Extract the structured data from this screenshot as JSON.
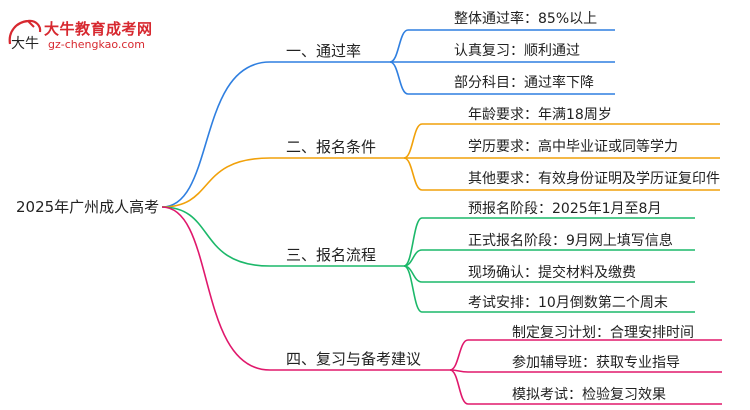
{
  "logo": {
    "mark_text": "大牛",
    "title": "大牛教育成考网",
    "url": "gz-chengkao.com"
  },
  "mindmap": {
    "root": "2025年广州成人高考",
    "branches": [
      {
        "label": "一、通过率",
        "color": "#2f7fe0",
        "items": [
          "整体通过率：85%以上",
          "认真复习：顺利通过",
          "部分科目：通过率下降"
        ]
      },
      {
        "label": "二、报名条件",
        "color": "#f1a10a",
        "items": [
          "年龄要求：年满18周岁",
          "学历要求：高中毕业证或同等学力",
          "其他要求：有效身份证明及学历证复印件"
        ]
      },
      {
        "label": "三、报名流程",
        "color": "#1cb86a",
        "items": [
          "预报名阶段：2025年1月至8月",
          "正式报名阶段：9月网上填写信息",
          "现场确认：提交材料及缴费",
          "考试安排：10月倒数第二个周末"
        ]
      },
      {
        "label": "四、复习与备考建议",
        "color": "#e0186c",
        "items": [
          "制定复习计划：合理安排时间",
          "参加辅导班：获取专业指导",
          "模拟考试：检验复习效果"
        ]
      }
    ]
  }
}
